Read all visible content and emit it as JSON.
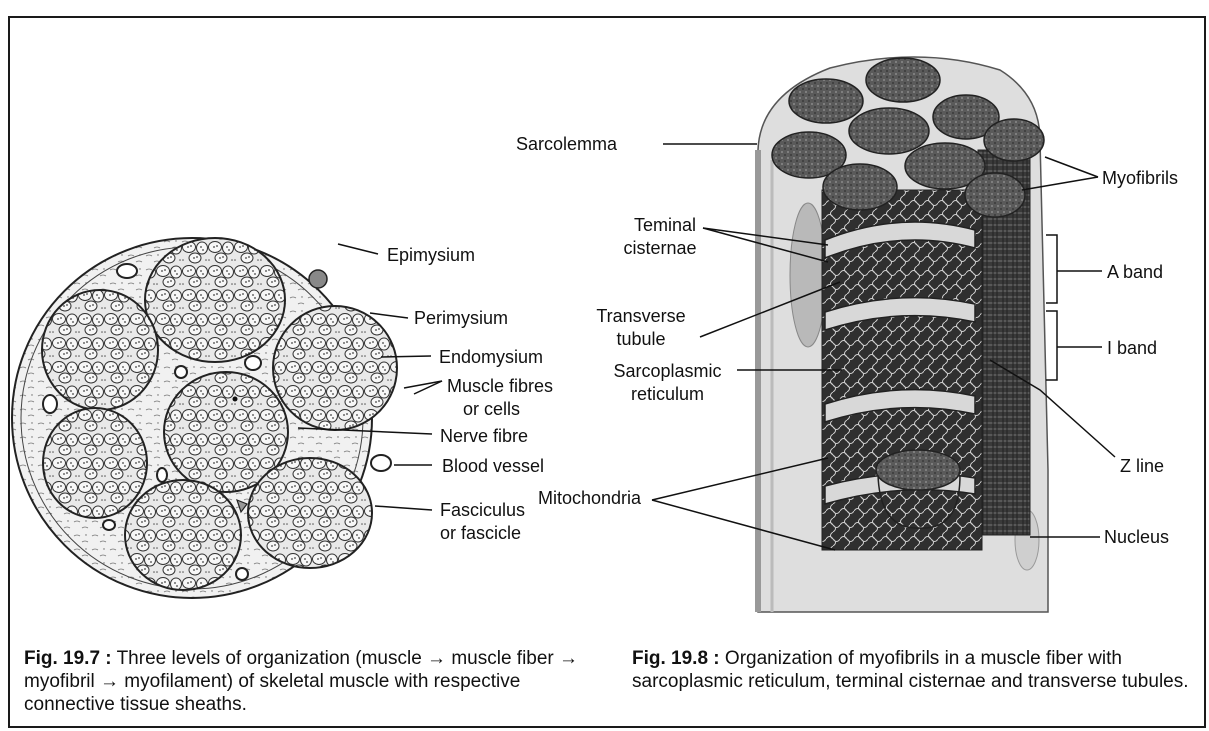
{
  "fig7": {
    "labels": {
      "epimysium": "Epimysium",
      "perimysium": "Perimysium",
      "endomysium": "Endomysium",
      "muscle_fibres": "Muscle fibres",
      "muscle_fibres_2": "or cells",
      "nerve_fibre": "Nerve fibre",
      "blood_vessel": "Blood vessel",
      "fasciculus": "Fasciculus",
      "fasciculus_2": "or fascicle"
    },
    "caption": {
      "number": "Fig. 19.7 :",
      "text": "Three levels of organization (muscle → muscle fiber → myofibril → myofilament) of skeletal muscle with respective connective tissue sheaths."
    }
  },
  "fig8": {
    "labels": {
      "sarcolemma": "Sarcolemma",
      "terminal_cisternae": "Teminal",
      "terminal_cisternae_2": "cisternae",
      "transverse_tubule": "Transverse",
      "transverse_tubule_2": "tubule",
      "sarcoplasmic_reticulum": "Sarcoplasmic",
      "sarcoplasmic_reticulum_2": "reticulum",
      "mitochondria": "Mitochondria",
      "myofibrils": "Myofibrils",
      "a_band": "A band",
      "i_band": "I band",
      "z_line": "Z line",
      "nucleus": "Nucleus"
    },
    "caption": {
      "number": "Fig. 19.8 :",
      "text": "Organization of myofibrils in a muscle fiber with sarcoplasmic reticulum, terminal cisternae and transverse tubules."
    }
  }
}
